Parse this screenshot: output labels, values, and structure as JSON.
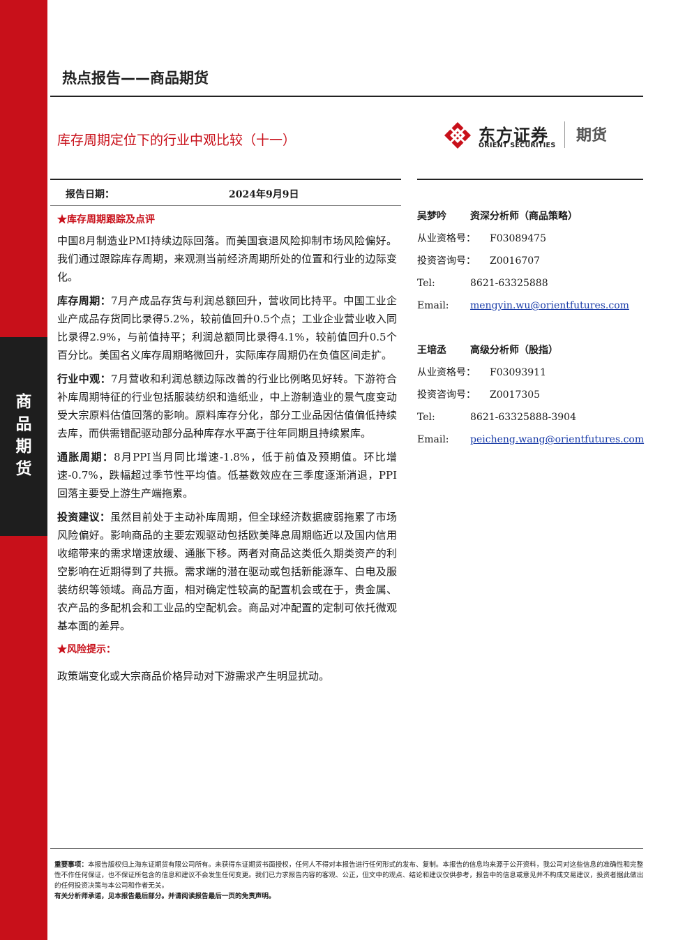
{
  "sidebar": {
    "label_chars": [
      "商",
      "品",
      "期",
      "货"
    ]
  },
  "header": {
    "title": "热点报告——商品期货"
  },
  "report": {
    "title": "库存周期定位下的行业中观比较（十一）"
  },
  "logo": {
    "name_cn": "东方证券",
    "name_en": "ORIENT SECURITIES",
    "suffix": "期货",
    "icon": "orient-diamond-icon"
  },
  "date": {
    "label": "报告日期：",
    "value": "2024年9月9日"
  },
  "main": {
    "section1_title": "库存周期跟踪及点评",
    "intro": "中国8月制造业PMI持续边际回落。而美国衰退风险抑制市场风险偏好。我们通过跟踪库存周期，来观测当前经济周期所处的位置和行业的边际变化。",
    "inventory_label": "库存周期：",
    "inventory_text": "7月产成品存货与利润总额回升，营收同比持平。中国工业企业产成品存货同比录得5.2%，较前值回升0.5个点；工业企业营业收入同比录得2.9%，与前值持平；利润总额同比录得4.1%，较前值回升0.5个百分比。美国名义库存周期略微回升，实际库存周期仍在负值区间走扩。",
    "industry_label": "行业中观：",
    "industry_text": "7月营收和利润总额边际改善的行业比例略见好转。下游符合补库周期特征的行业包括服装纺织和造纸业，中上游制造业的景气度变动受大宗原料估值回落的影响。原料库存分化，部分工业品因估值偏低持续去库，而供需错配驱动部分品种库存水平高于往年同期且持续累库。",
    "inflation_label": "通胀周期：",
    "inflation_text": "8月PPI当月同比增速-1.8%，低于前值及预期值。环比增速-0.7%，跌幅超过季节性平均值。低基数效应在三季度逐渐消退，PPI回落主要受上游生产端拖累。",
    "advice_label": "投资建议：",
    "advice_text": "虽然目前处于主动补库周期，但全球经济数据疲弱拖累了市场风险偏好。影响商品的主要宏观驱动包括欧美降息周期临近以及国内信用收缩带来的需求增速放缓、通胀下移。两者对商品这类低久期类资产的利空影响在近期得到了共振。需求端的潜在驱动或包括新能源车、白电及服装纺织等领域。商品方面，相对确定性较高的配置机会或在于，贵金属、农产品的多配机会和工业品的空配机会。商品对冲配置的定制可依托微观基本面的差异。",
    "risk_title": "风险提示：",
    "risk_text": "政策端变化或大宗商品价格异动对下游需求产生明显扰动。"
  },
  "analysts": [
    {
      "name": "吴梦吟",
      "role": "资深分析师（商品策略）",
      "cert_label": "从业资格号：",
      "cert": "F03089475",
      "consult_label": "投资咨询号：",
      "consult": "Z0016707",
      "tel_label": "Tel:",
      "tel": "8621-63325888",
      "email_label": "Email:",
      "email": "mengyin.wu@orientfutures.com"
    },
    {
      "name": "王培丞",
      "role": "高级分析师（股指）",
      "cert_label": "从业资格号：",
      "cert": "F03093911",
      "consult_label": "投资咨询号：",
      "consult": "Z0017305",
      "tel_label": "Tel:",
      "tel": "8621-63325888-3904",
      "email_label": "Email:",
      "email": "peicheng.wang@orientfutures.com"
    }
  ],
  "footer": {
    "notice_label": "重要事项：",
    "notice_text": "本报告版权归上海东证期货有限公司所有。未获得东证期货书面授权，任何人不得对本报告进行任何形式的发布、复制。本报告的信息均来源于公开资料，我公司对这些信息的准确性和完整性不作任何保证，也不保证所包含的信息和建议不会发生任何变更。我们已力求报告内容的客观、公正，但文中的观点、结论和建议仅供参考，报告中的信息或意见并不构成交易建议，投资者据此做出的任何投资决策与本公司和作者无关。",
    "commitment": "有关分析师承诺，见本报告最后部分。并请阅读报告最后一页的免责声明。"
  }
}
